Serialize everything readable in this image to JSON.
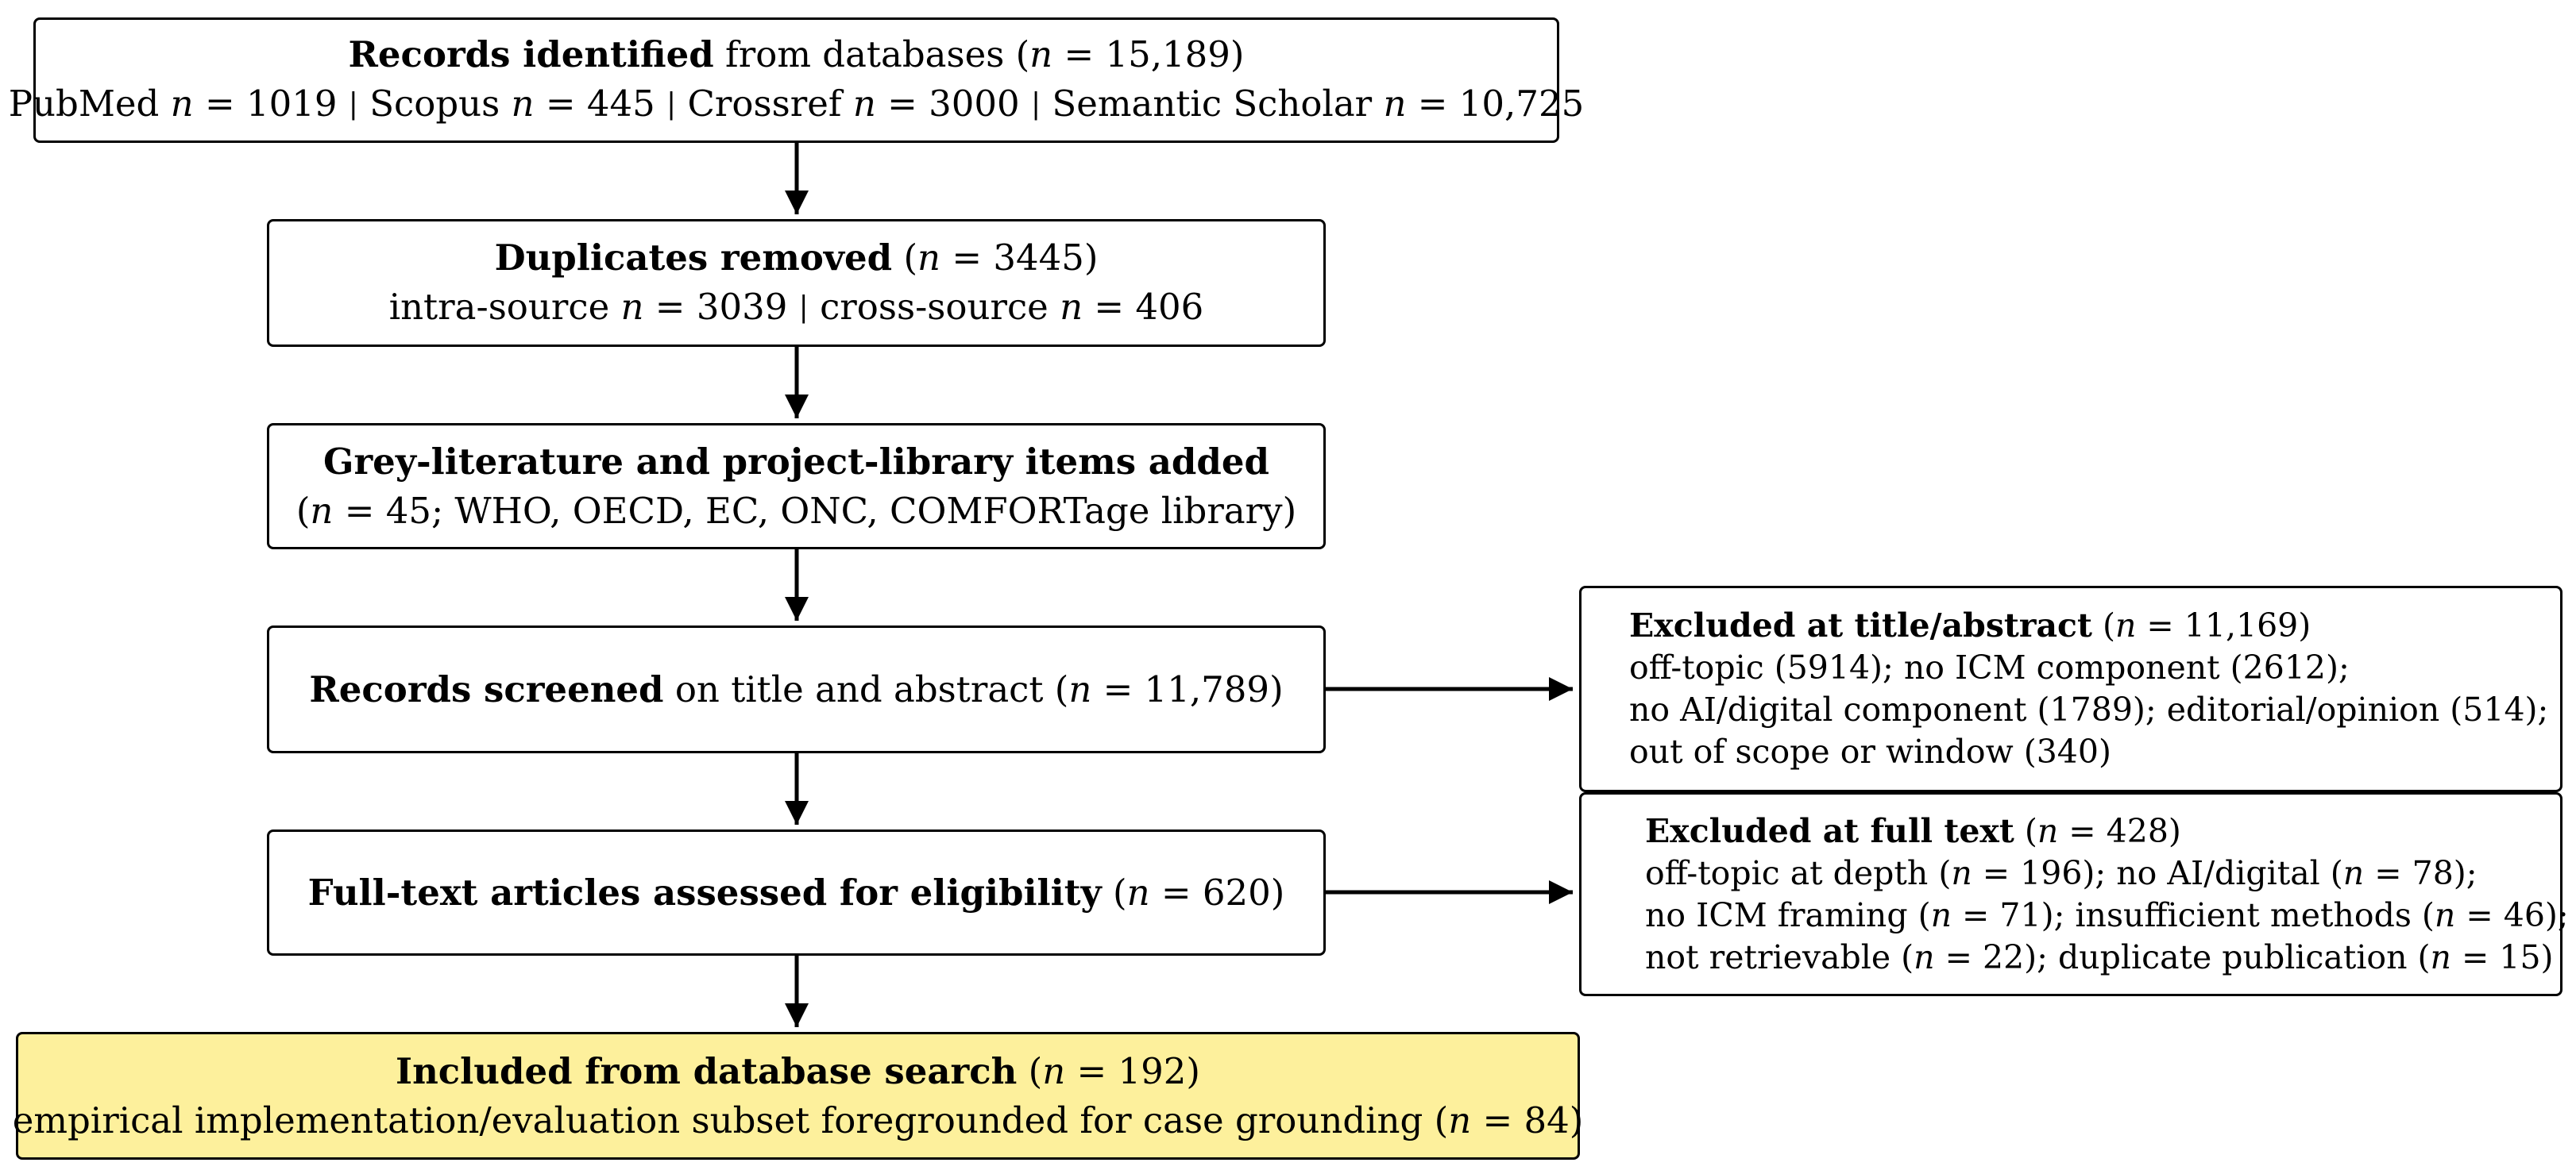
{
  "nodes": {
    "identified": {
      "line1": [
        {
          "t": "Records identified",
          "b": true
        },
        {
          "t": " from databases ("
        },
        {
          "t": "n",
          "i": true
        },
        {
          "t": " = 15,189)"
        }
      ],
      "line2": [
        {
          "t": "PubMed "
        },
        {
          "t": "n",
          "i": true
        },
        {
          "t": " = 1019 "
        },
        {
          "t": "|",
          "sep": true
        },
        {
          "t": " Scopus "
        },
        {
          "t": "n",
          "i": true
        },
        {
          "t": " = 445 "
        },
        {
          "t": "|",
          "sep": true
        },
        {
          "t": " Crossref "
        },
        {
          "t": "n",
          "i": true
        },
        {
          "t": " = 3000 "
        },
        {
          "t": "|",
          "sep": true
        },
        {
          "t": " Semantic Scholar "
        },
        {
          "t": "n",
          "i": true
        },
        {
          "t": " = 10,725"
        }
      ]
    },
    "duplicates": {
      "line1": [
        {
          "t": "Duplicates removed",
          "b": true
        },
        {
          "t": " ("
        },
        {
          "t": "n",
          "i": true
        },
        {
          "t": " = 3445)"
        }
      ],
      "line2": [
        {
          "t": "intra-source "
        },
        {
          "t": "n",
          "i": true
        },
        {
          "t": " = 3039 "
        },
        {
          "t": "|",
          "sep": true
        },
        {
          "t": " cross-source "
        },
        {
          "t": "n",
          "i": true
        },
        {
          "t": " = 406"
        }
      ]
    },
    "grey": {
      "line1": [
        {
          "t": "Grey-literature and project-library items added",
          "b": true
        }
      ],
      "line2": [
        {
          "t": "("
        },
        {
          "t": "n",
          "i": true
        },
        {
          "t": " = 45; WHO, OECD, EC, ONC, COMFORTage library)"
        }
      ]
    },
    "screened": {
      "line1": [
        {
          "t": "Records screened",
          "b": true
        },
        {
          "t": " on title and abstract ("
        },
        {
          "t": "n",
          "i": true
        },
        {
          "t": " = 11,789)"
        }
      ]
    },
    "fulltext": {
      "line1": [
        {
          "t": "Full-text articles assessed for eligibility",
          "b": true
        },
        {
          "t": " ("
        },
        {
          "t": "n",
          "i": true
        },
        {
          "t": " = 620)"
        }
      ]
    },
    "included": {
      "line1": [
        {
          "t": "Included from database search",
          "b": true
        },
        {
          "t": " ("
        },
        {
          "t": "n",
          "i": true
        },
        {
          "t": " = 192)"
        }
      ],
      "line2": [
        {
          "t": "empirical implementation/evaluation subset foregrounded for case grounding ("
        },
        {
          "t": "n",
          "i": true
        },
        {
          "t": " = 84)"
        }
      ]
    },
    "excl_title": {
      "line1": [
        {
          "t": "Excluded at title/abstract",
          "b": true
        },
        {
          "t": " ("
        },
        {
          "t": "n",
          "i": true
        },
        {
          "t": " = 11,169)"
        }
      ],
      "line2": [
        {
          "t": "off-topic (5914); no ICM component (2612);"
        }
      ],
      "line3": [
        {
          "t": "no AI/digital component (1789); editorial/opinion (514);"
        }
      ],
      "line4": [
        {
          "t": "out of scope or window (340)"
        }
      ]
    },
    "excl_full": {
      "line1": [
        {
          "t": "Excluded at full text",
          "b": true
        },
        {
          "t": " ("
        },
        {
          "t": "n",
          "i": true
        },
        {
          "t": " = 428)"
        }
      ],
      "line2": [
        {
          "t": "off-topic at depth ("
        },
        {
          "t": "n",
          "i": true
        },
        {
          "t": " = 196); no AI/digital ("
        },
        {
          "t": "n",
          "i": true
        },
        {
          "t": " = 78);"
        }
      ],
      "line3": [
        {
          "t": "no ICM framing ("
        },
        {
          "t": "n",
          "i": true
        },
        {
          "t": " = 71); insufficient methods ("
        },
        {
          "t": "n",
          "i": true
        },
        {
          "t": " = 46);"
        }
      ],
      "line4": [
        {
          "t": "not retrievable ("
        },
        {
          "t": "n",
          "i": true
        },
        {
          "t": " = 22); duplicate publication ("
        },
        {
          "t": "n",
          "i": true
        },
        {
          "t": " = 15)"
        }
      ]
    }
  },
  "colors": {
    "included_fill": "#fdf09c",
    "stroke": "#000000"
  }
}
